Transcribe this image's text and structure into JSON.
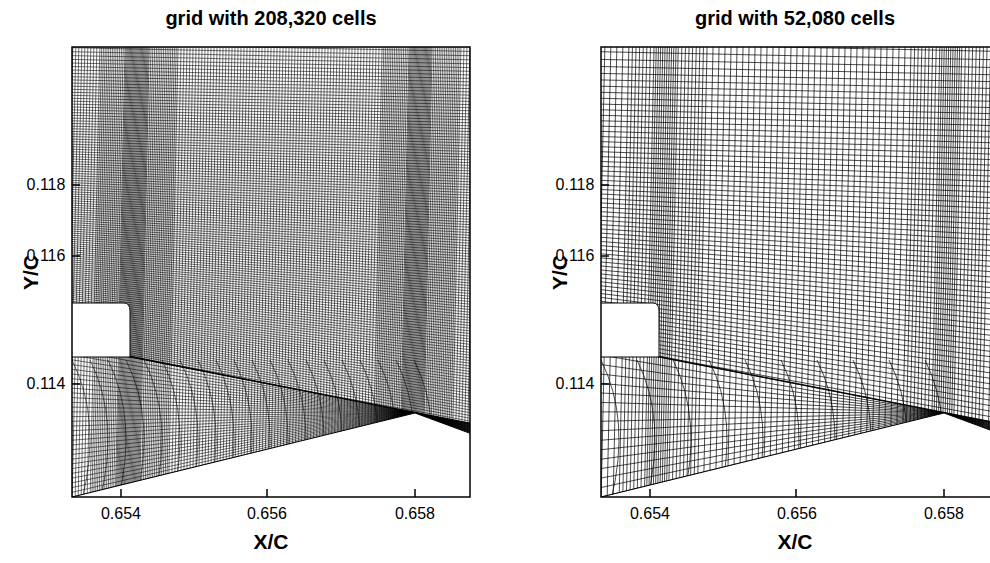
{
  "diagram": {
    "labels": [
      "grid with 208,320 cells",
      "grid with 52,080 cells",
      "0.118",
      "0.116",
      "0.114",
      "0.654",
      "0.656",
      "0.658",
      "Y/C",
      "X/C",
      "0.118",
      "0.116",
      "0.114",
      "0.654",
      "0.656",
      "0.658",
      "Y/C",
      "X/C"
    ]
  }
}
